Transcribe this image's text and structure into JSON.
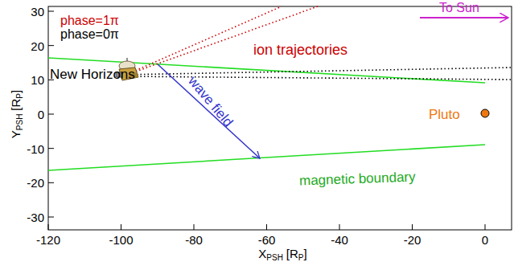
{
  "diagram": {
    "labels": [
      "phase=1π",
      "phase=0π",
      "ion trajectories",
      "To Sun",
      "New Horizons",
      "wave field",
      "Pluto",
      "magnetic boundary",
      "30",
      "20",
      "10",
      "0",
      "-10",
      "-20",
      "-30",
      "-120",
      "-100",
      "-80",
      "-60",
      "-40",
      "-20",
      "0",
      "Y",
      "PSH",
      "[R",
      "P",
      "]",
      "X",
      "PSH",
      "[R",
      "P",
      "]"
    ]
  }
}
